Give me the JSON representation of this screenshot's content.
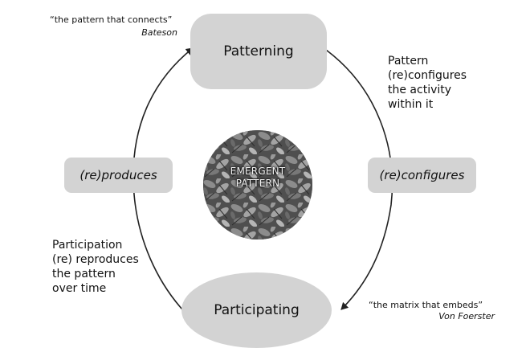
{
  "nodes": {
    "patterning": "Patterning",
    "reproduces": "(re)produces",
    "reconfigures": "(re)configures",
    "participating": "Participating"
  },
  "center": {
    "line1": "EMERGENT",
    "line2": "PATTERN"
  },
  "quotes": {
    "top_left_quote": "“the pattern that connects”",
    "top_left_author": "Bateson",
    "bottom_right_quote": "“the matrix that embeds”",
    "bottom_right_author": "Von Foerster"
  },
  "notes": {
    "right": [
      "Pattern",
      "(re)configures",
      "the activity",
      "within it"
    ],
    "left": [
      "Participation",
      "(re) reproduces",
      "the pattern",
      "over time"
    ]
  },
  "colors": {
    "node_fill": "#d3d3d3",
    "arrow": "#222222",
    "center_texture": "#555555"
  }
}
